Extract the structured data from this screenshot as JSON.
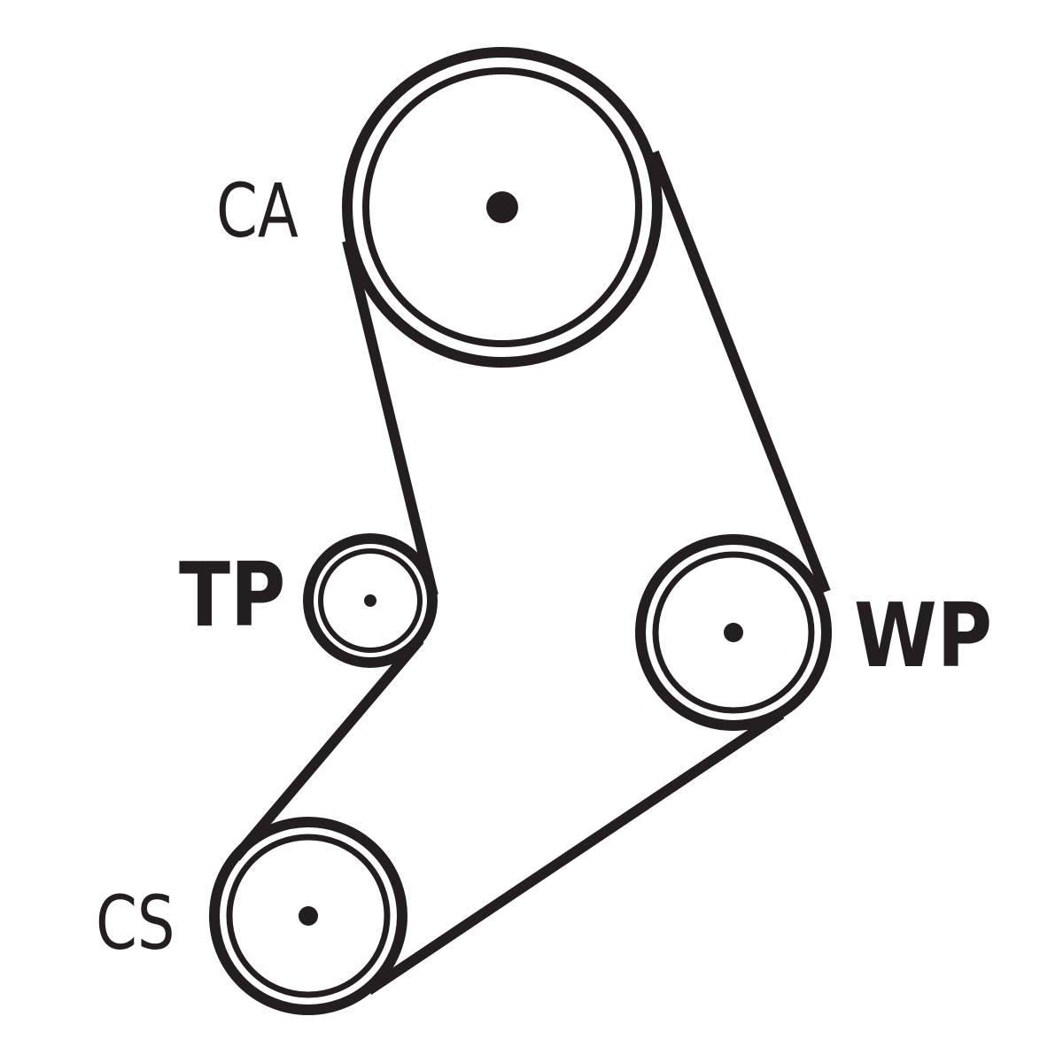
{
  "labels": {
    "camshaft": "CA",
    "tensioner_pulley": "TP",
    "water_pump": "WP",
    "crankshaft": "CS"
  },
  "colors": {
    "stroke": "#231f20",
    "background": "#ffffff"
  }
}
